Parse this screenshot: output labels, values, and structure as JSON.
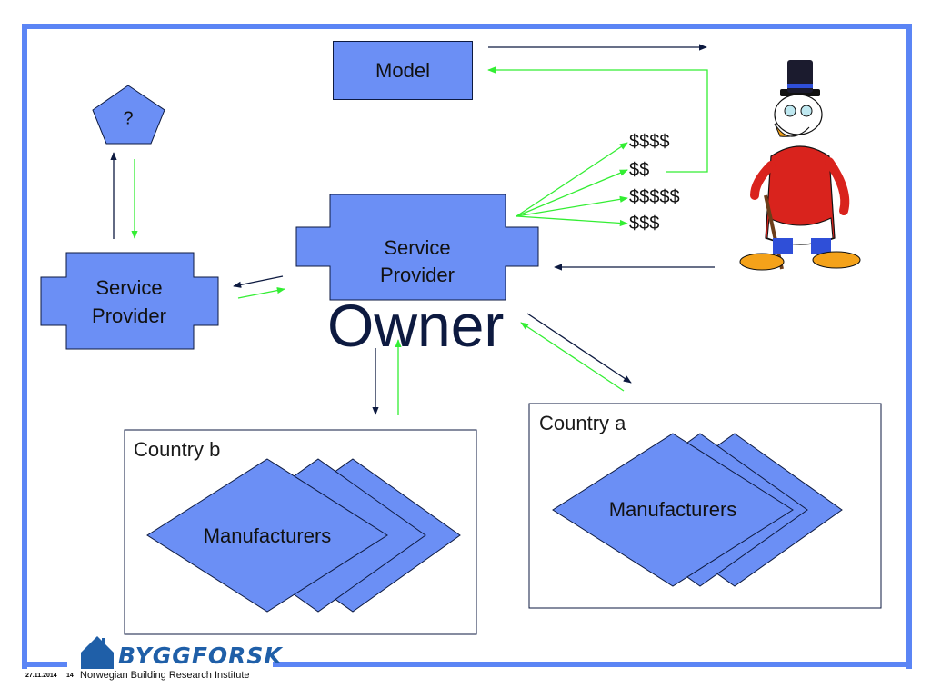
{
  "diagram": {
    "model_label": "Model",
    "question_label": "?",
    "service_provider_main_label": "Service Provider",
    "service_provider_left_label": "Service Provider",
    "owner_label": "Owner",
    "country_a_label": "Country a",
    "country_b_label": "Country b",
    "manufacturers_a_label": "Manufacturers",
    "manufacturers_b_label": "Manufacturers",
    "money_labels": [
      "$$$$",
      "$$",
      "$$$$$",
      "$$$"
    ],
    "owner_figure_icon": "duck-owner-figure-icon"
  },
  "footer": {
    "logo_text": "BYGGFORSK",
    "institute": "Norwegian Building Research Institute",
    "date": "27.11.2014",
    "page": "14"
  },
  "colors": {
    "shape_fill": "#6b8ff5",
    "frame_blue": "#5b85f5",
    "arrow_dark": "#0d1a40",
    "arrow_green": "#33ee33"
  }
}
